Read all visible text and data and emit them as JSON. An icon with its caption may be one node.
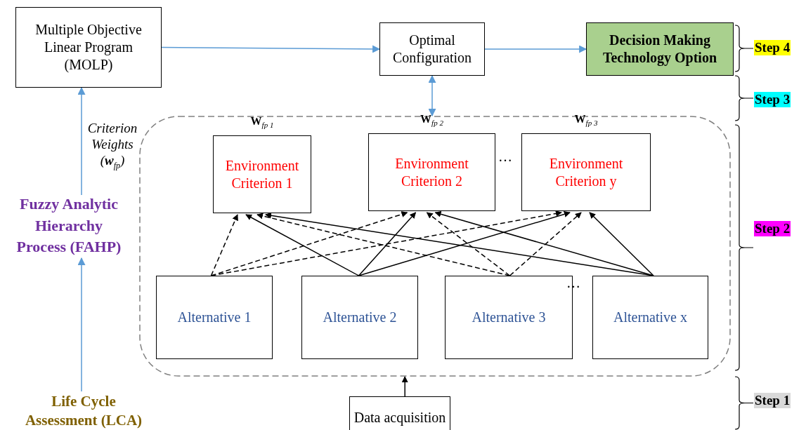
{
  "diagram": {
    "nodes": [
      {
        "text": [
          "Multiple Objective Linear Program (MOLP)"
        ]
      },
      {
        "text": [
          "Optimal Configuration"
        ]
      },
      {
        "text": [
          "Decision Making Technology Option"
        ]
      },
      {
        "text": [
          "Fuzzy Analytic Hierarchy Process (FAHP)"
        ]
      },
      {
        "text": [
          "Life Cycle Assessment (LCA)"
        ]
      },
      {
        "text": [],
        "shape": "box"
      },
      {
        "text": [
          "Environment Criterion 1"
        ],
        "in": 5,
        "beside": [
          "**W**$_{fp 1}$"
        ]
      },
      {
        "text": [
          "Environment Criterion 2"
        ],
        "in": 5,
        "beside": [
          "**W**$_{fp 2}$"
        ]
      },
      {
        "text": [
          "Environment Criterion y"
        ],
        "in": 5,
        "beside": [
          "**W**$_{fp 3}$"
        ]
      },
      {
        "text": [
          "Alternative 1"
        ],
        "in": 5
      },
      {
        "text": [
          "Alternative 2"
        ],
        "in": 5
      },
      {
        "text": [
          "Alternative 3"
        ],
        "in": 5
      },
      {
        "text": [
          "Alternative x"
        ],
        "in": 5
      },
      {
        "text": [
          "Data acquisition"
        ]
      }
    ],
    "edges": [
      {
        "from": 0,
        "to": 1,
        "arrow": "to",
        "color": "#5b9bd5"
      },
      {
        "from": 1,
        "to": 2,
        "arrow": "to",
        "color": "#5b9bd5"
      },
      {
        "from": 3,
        "to": 0,
        "arrow": "to",
        "color": "#5b9bd5",
        "label": "Criterion Weights (**w**$_{fp}$)"
      },
      {
        "from": 4,
        "to": 3,
        "arrow": "to",
        "color": "#5b9bd5"
      },
      {
        "from": 1,
        "to": 5,
        "arrow": "both",
        "color": "#5b9bd5"
      },
      {
        "from": 13,
        "to": 5,
        "arrow": "to"
      },
      {
        "from": 9,
        "to": 6,
        "arrow": "to",
        "style": "dashed"
      },
      {
        "from": 9,
        "to": 7,
        "arrow": "to",
        "style": "dashed"
      },
      {
        "from": 9,
        "to": 8,
        "arrow": "to",
        "style": "dashed"
      },
      {
        "from": 10,
        "to": 6,
        "arrow": "to"
      },
      {
        "from": 10,
        "to": 7,
        "arrow": "to"
      },
      {
        "from": 10,
        "to": 8,
        "arrow": "to"
      },
      {
        "from": 11,
        "to": 6,
        "arrow": "to",
        "style": "dashed"
      },
      {
        "from": 11,
        "to": 7,
        "arrow": "to",
        "style": "dashed"
      },
      {
        "from": 11,
        "to": 8,
        "arrow": "to",
        "style": "dashed"
      },
      {
        "from": 12,
        "to": 6,
        "arrow": "to"
      },
      {
        "from": 12,
        "to": 7,
        "arrow": "to"
      },
      {
        "from": 12,
        "to": 8,
        "arrow": "to"
      }
    ],
    "labels": [
      "…",
      "…",
      "Step 4",
      "Step 3",
      "Step 2",
      "Step 1"
    ]
  }
}
